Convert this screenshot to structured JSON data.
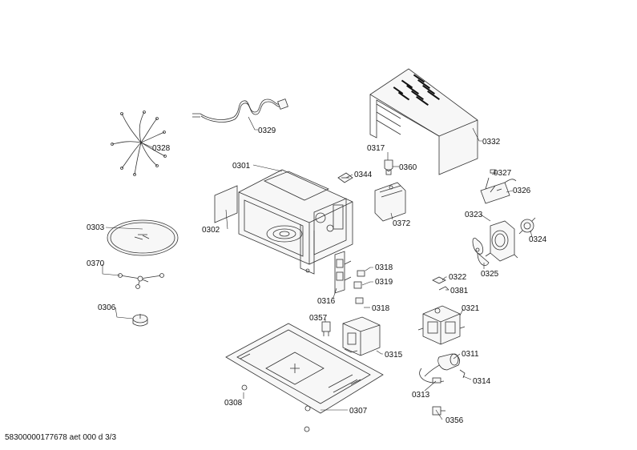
{
  "document_id": "58300000177678 aet 000 d 3/3",
  "parts": {
    "p0301": "0301",
    "p0302": "0302",
    "p0303": "0303",
    "p0306": "0306",
    "p0307": "0307",
    "p0308": "0308",
    "p0311": "0311",
    "p0313": "0313",
    "p0314": "0314",
    "p0315": "0315",
    "p0316": "0316",
    "p0317": "0317",
    "p0318a": "0318",
    "p0318b": "0318",
    "p0319": "0319",
    "p0321": "0321",
    "p0322": "0322",
    "p0323": "0323",
    "p0324": "0324",
    "p0325": "0325",
    "p0326": "0326",
    "p0327": "0327",
    "p0328": "0328",
    "p0329": "0329",
    "p0332": "0332",
    "p0344": "0344",
    "p0356": "0356",
    "p0357": "0357",
    "p0360": "0360",
    "p0370": "0370",
    "p0372": "0372",
    "p0381": "0381"
  }
}
